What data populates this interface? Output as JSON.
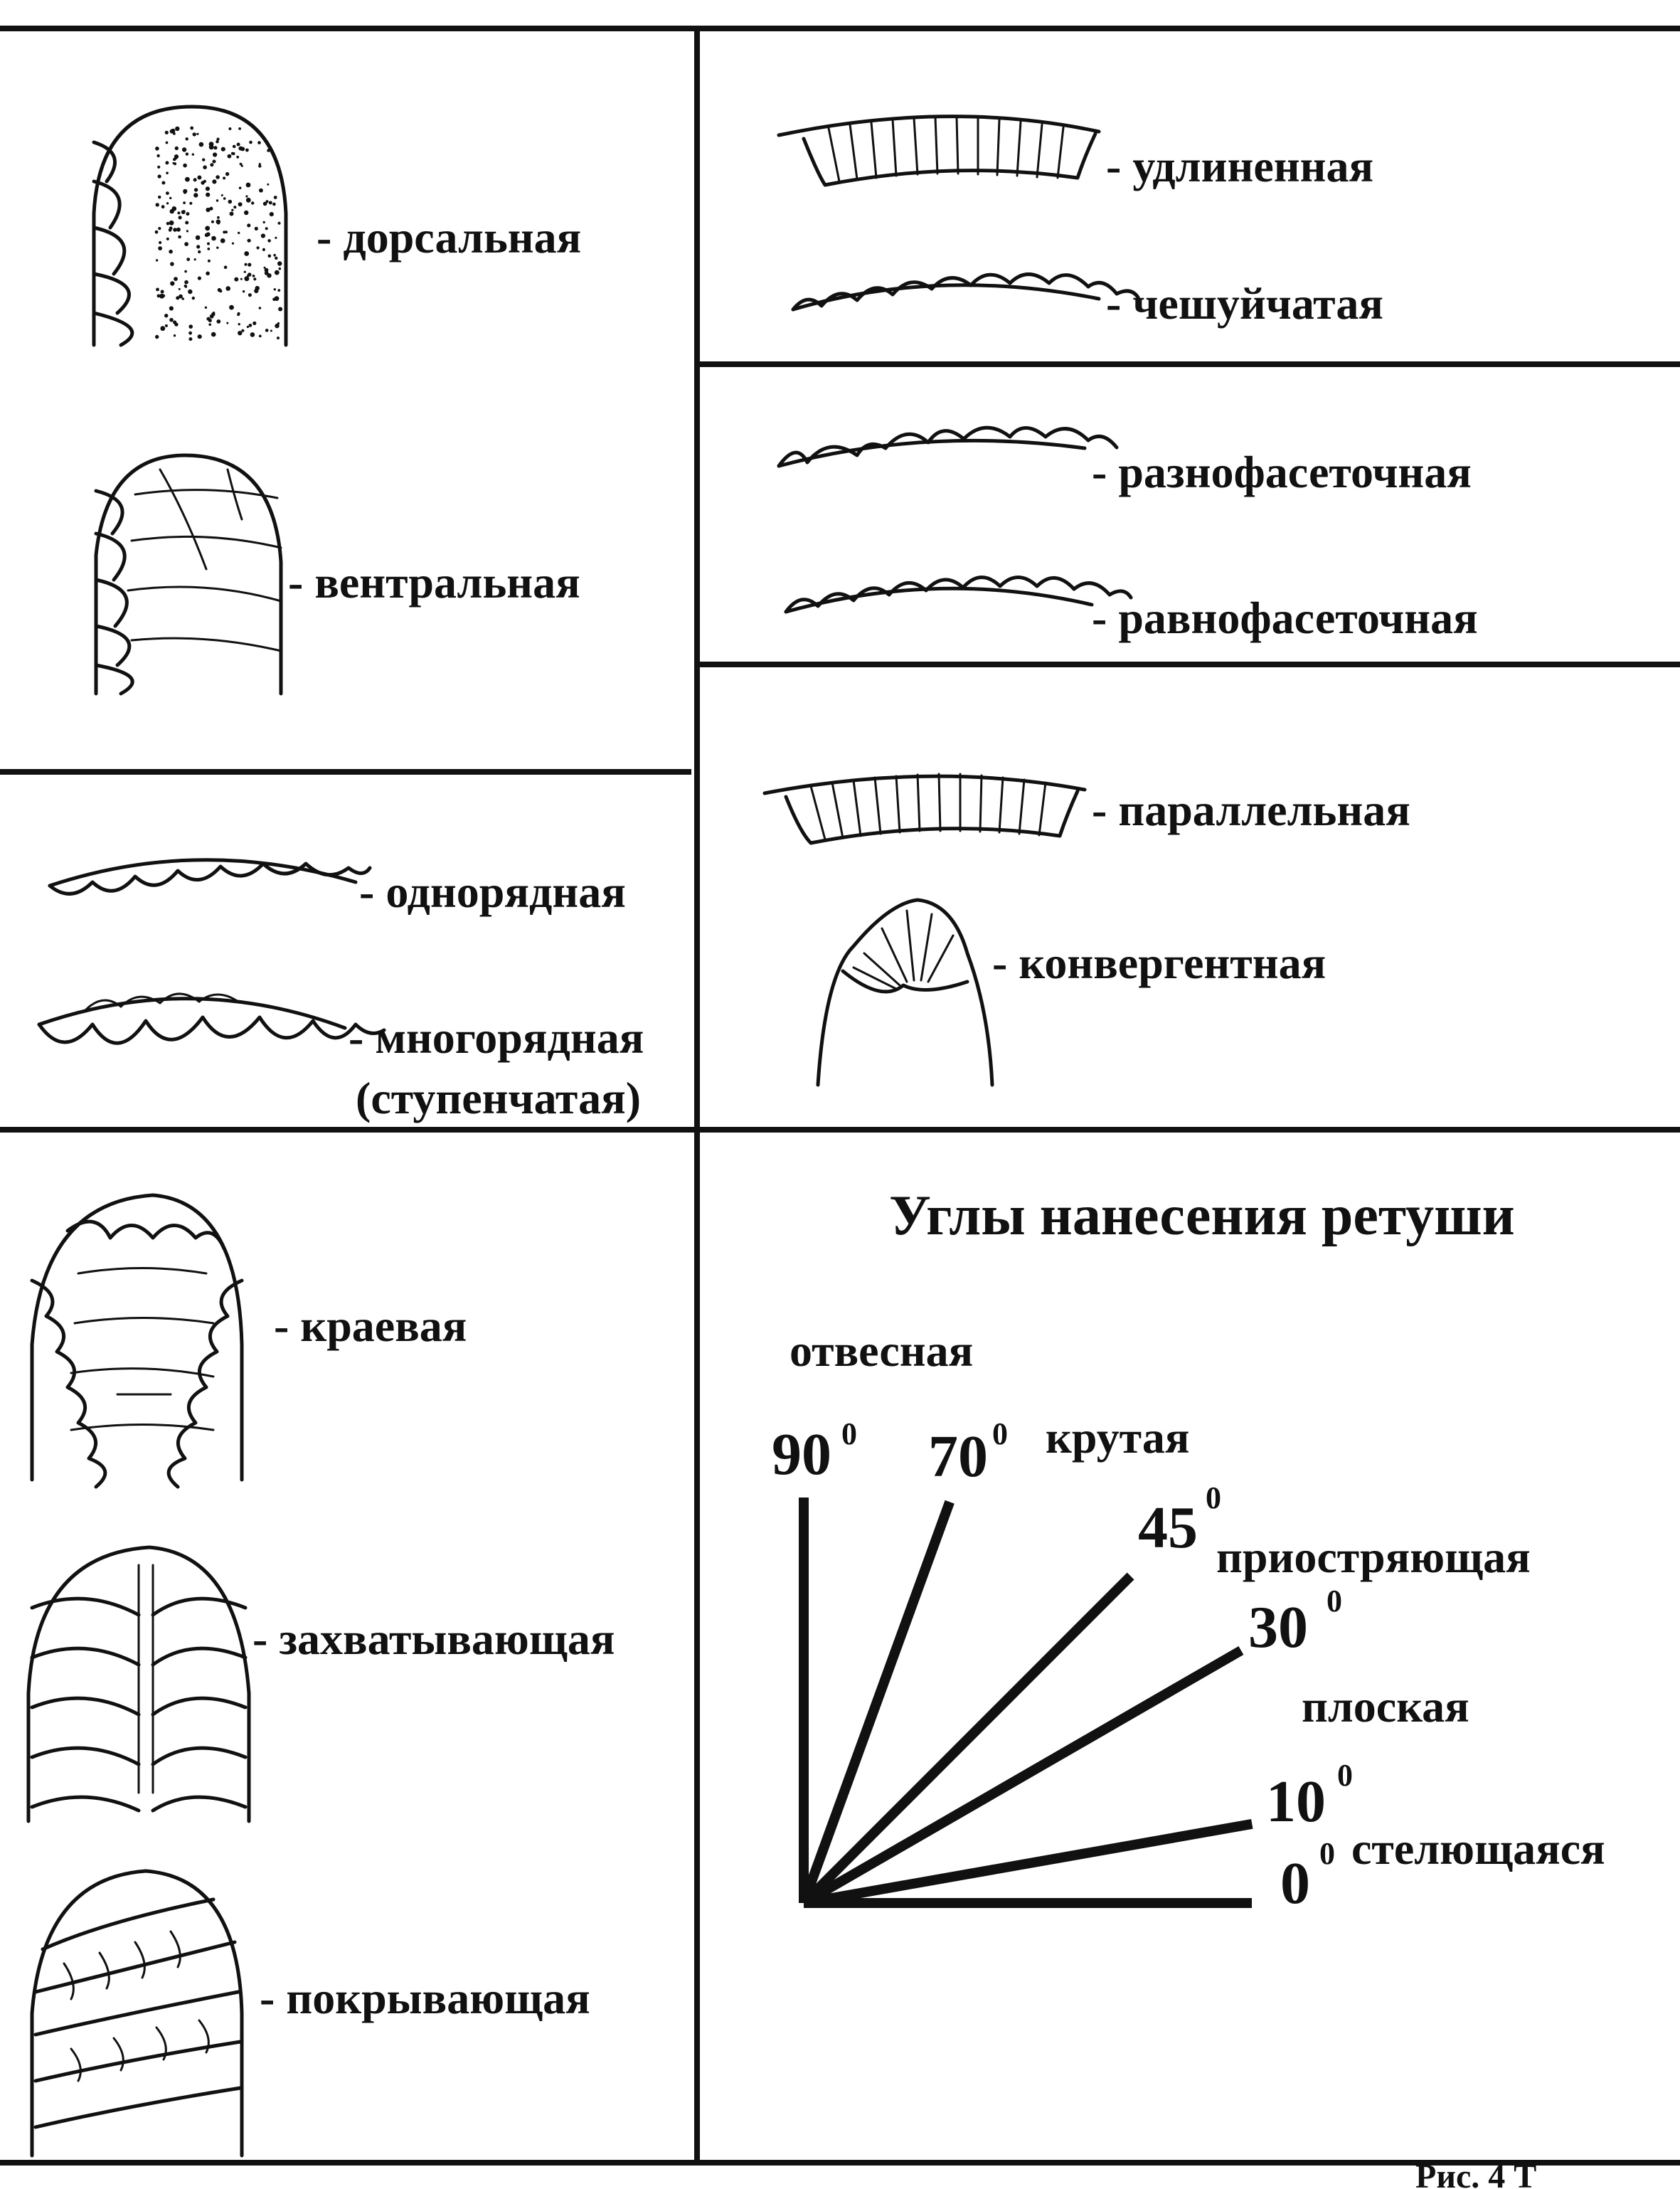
{
  "retouch_location": {
    "dorsal": "- дорсальная",
    "ventral": "- вентральная"
  },
  "retouch_shape": {
    "elongated": "- удлиненная",
    "scaly": "- чешуйчатая",
    "varied_facet": "- разнофасеточная",
    "equal_facet": "- равнофасеточная",
    "parallel": "- параллельная",
    "convergent": "- конвергентная"
  },
  "retouch_rows": {
    "single_row": "- однорядная",
    "multi_row": "- многорядная",
    "multi_row_note": "(ступенчатая)"
  },
  "retouch_extent": {
    "marginal": "- краевая",
    "invasive": "- захватывающая",
    "covering": "- покрывающая"
  },
  "angles_panel": {
    "title": "Углы нанесения ретуши",
    "degree_mark": "0",
    "angles": [
      {
        "value": "90",
        "deg": 90,
        "name": "отвесная"
      },
      {
        "value": "70",
        "deg": 70,
        "name": "крутая"
      },
      {
        "value": "45",
        "deg": 45,
        "name": "приостряющая"
      },
      {
        "value": "30",
        "deg": 30,
        "name": "плоская"
      },
      {
        "value": "10",
        "deg": 10,
        "name": ""
      },
      {
        "value": "0",
        "deg": 0,
        "name": "стелющаяся"
      }
    ]
  },
  "footer": "Рис. 4 Т"
}
